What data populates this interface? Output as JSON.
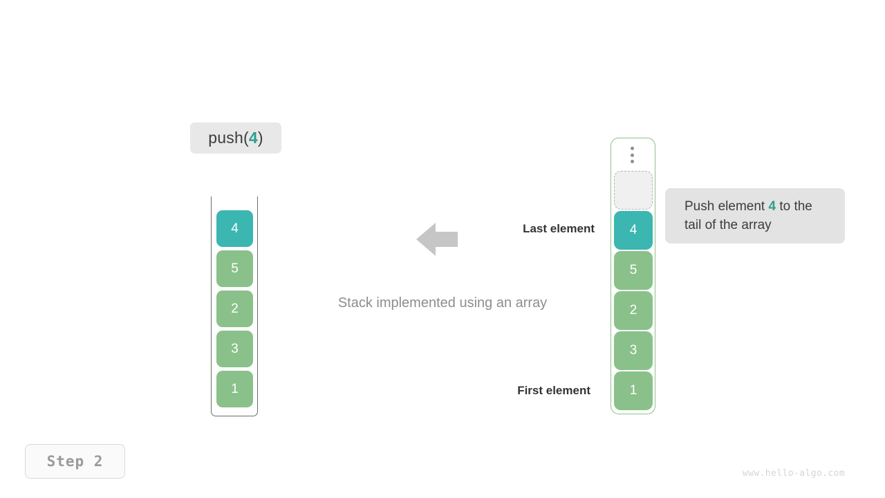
{
  "operation": {
    "prefix": "push(",
    "arg": "4",
    "suffix": ")"
  },
  "caption": "Stack implemented using an array",
  "labels": {
    "last_element": "Last element",
    "first_element": "First element"
  },
  "stack": {
    "cells": [
      {
        "value": "4",
        "color": "teal"
      },
      {
        "value": "5",
        "color": "green"
      },
      {
        "value": "2",
        "color": "green"
      },
      {
        "value": "3",
        "color": "green"
      },
      {
        "value": "1",
        "color": "green"
      }
    ]
  },
  "array": {
    "more_icon": "vertical-dots-icon",
    "cells": [
      {
        "value": "",
        "color": "empty"
      },
      {
        "value": "4",
        "color": "teal"
      },
      {
        "value": "5",
        "color": "green"
      },
      {
        "value": "2",
        "color": "green"
      },
      {
        "value": "3",
        "color": "green"
      },
      {
        "value": "1",
        "color": "green"
      }
    ]
  },
  "annotation": {
    "before": "Push element ",
    "highlight": "4",
    "after": " to the tail of the array"
  },
  "step_badge": "Step  2",
  "watermark": "www.hello-algo.com",
  "colors": {
    "teal": "#3cb6b0",
    "green": "#8ac18a",
    "accent_text": "#2f9e8f",
    "arrow": "#c6c6c6",
    "label_bg": "#e8e8e8",
    "annotation_bg": "#e3e3e3"
  },
  "arrow": {
    "direction": "left",
    "name": "left-arrow"
  }
}
